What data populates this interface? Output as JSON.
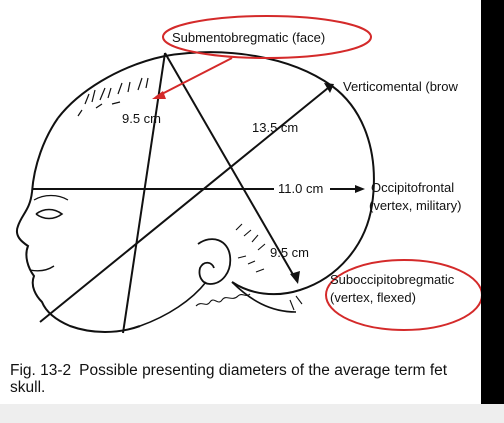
{
  "labels": {
    "submentobregmatic": "Submentobregmatic (face)",
    "verticomental": "Verticomental (brow",
    "occipitofrontal_line1": "Occipitofrontal",
    "occipitofrontal_line2": "(vertex, military)",
    "suboccipitobregmatic_line1": "Suboccipitobregmatic",
    "suboccipitobregmatic_line2": "(vertex, flexed)"
  },
  "measurements": {
    "submentobregmatic": "9.5 cm",
    "verticomental": "13.5 cm",
    "occipitofrontal": "11.0 cm",
    "suboccipitobregmatic": "9.5 cm"
  },
  "caption": {
    "figure_number": "Fig. 13-2",
    "text": "Possible presenting diameters of the average term fet",
    "text_line2": "skull."
  },
  "colors": {
    "annotation": "#d42a2a",
    "line": "#111111"
  }
}
